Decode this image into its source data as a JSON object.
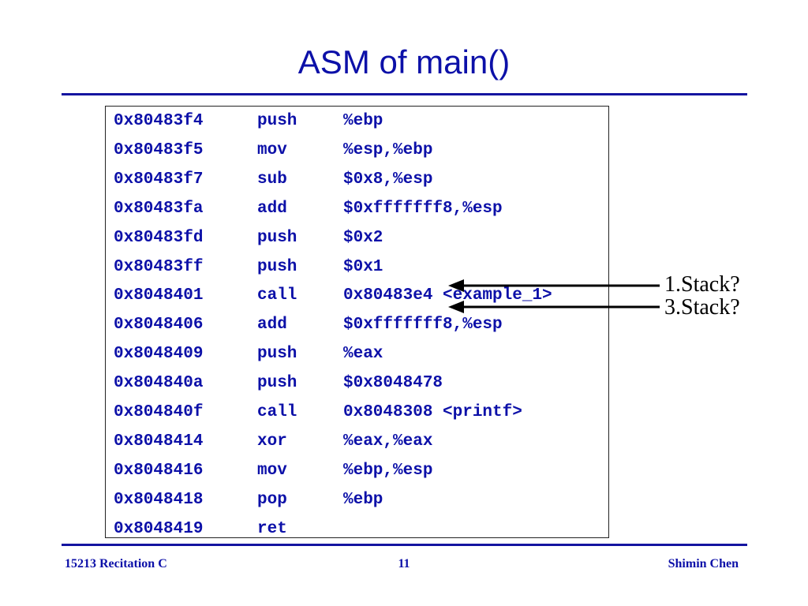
{
  "slide": {
    "title": "ASM of main()",
    "code": [
      {
        "addr": "0x80483f4",
        "op": "push",
        "arg": "%ebp"
      },
      {
        "addr": "0x80483f5",
        "op": "mov",
        "arg": "%esp,%ebp"
      },
      {
        "addr": "0x80483f7",
        "op": "sub",
        "arg": "$0x8,%esp"
      },
      {
        "addr": "0x80483fa",
        "op": "add",
        "arg": "$0xfffffff8,%esp"
      },
      {
        "addr": "0x80483fd",
        "op": "push",
        "arg": "$0x2"
      },
      {
        "addr": "0x80483ff",
        "op": "push",
        "arg": "$0x1"
      },
      {
        "addr": "0x8048401",
        "op": "call",
        "arg": "0x80483e4 <example_1>"
      },
      {
        "addr": "0x8048406",
        "op": "add",
        "arg": "$0xfffffff8,%esp"
      },
      {
        "addr": "0x8048409",
        "op": "push",
        "arg": "%eax"
      },
      {
        "addr": "0x804840a",
        "op": "push",
        "arg": "$0x8048478"
      },
      {
        "addr": "0x804840f",
        "op": "call",
        "arg": "0x8048308 <printf>"
      },
      {
        "addr": "0x8048414",
        "op": "xor",
        "arg": "%eax,%eax"
      },
      {
        "addr": "0x8048416",
        "op": "mov",
        "arg": "%ebp,%esp"
      },
      {
        "addr": "0x8048418",
        "op": "pop",
        "arg": "%ebp"
      },
      {
        "addr": "0x8048419",
        "op": "ret",
        "arg": ""
      }
    ],
    "annotations": {
      "first": "1.Stack?",
      "second": "3.Stack?"
    }
  },
  "footer": {
    "left": "15213 Recitation C",
    "center": "11",
    "right": "Shimin Chen"
  },
  "colors": {
    "text": "#0c10a8",
    "rule": "#1414a0"
  }
}
